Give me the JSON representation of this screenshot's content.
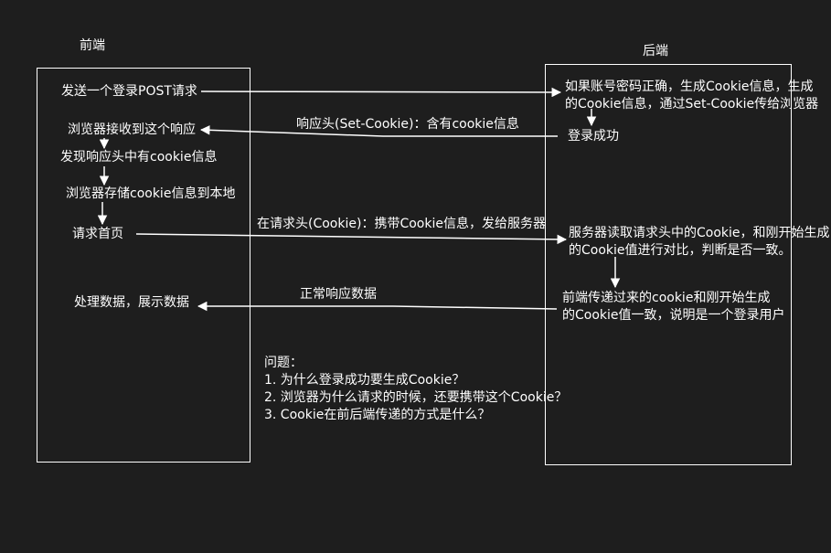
{
  "frontend": {
    "title": "前端",
    "steps": {
      "send_login": "发送一个登录POST请求",
      "receive_response": "浏览器接收到这个响应",
      "find_cookie": "发现响应头中有cookie信息",
      "store_cookie": "浏览器存储cookie信息到本地",
      "request_home": "请求首页",
      "process_data": "处理数据，展示数据"
    }
  },
  "backend": {
    "title": "后端",
    "steps": {
      "create_cookie_line1": "如果账号密码正确，生成Cookie信息，生成",
      "create_cookie_line2": "的Cookie信息，通过Set-Cookie传给浏览器",
      "login_success": "登录成功",
      "read_cookie_line1": "服务器读取请求头中的Cookie，和刚开始生成",
      "read_cookie_line2": "的Cookie值进行对比，判断是否一致。",
      "match_line1": "前端传递过来的cookie和刚开始生成",
      "match_line2": "的Cookie值一致，说明是一个登录用户"
    }
  },
  "edges": {
    "set_cookie_label": "响应头(Set-Cookie)：含有cookie信息",
    "request_cookie_label": "在请求头(Cookie)：携带Cookie信息，发给服务器",
    "normal_response_label": "正常响应数据"
  },
  "questions": {
    "heading": "问题：",
    "items": [
      "1. 为什么登录成功要生成Cookie？",
      "2. 浏览器为什么请求的时候，还要携带这个Cookie？",
      "3. Cookie在前后端传递的方式是什么？"
    ]
  },
  "colors": {
    "background": "#1e1e1e",
    "foreground": "#ffffff"
  }
}
